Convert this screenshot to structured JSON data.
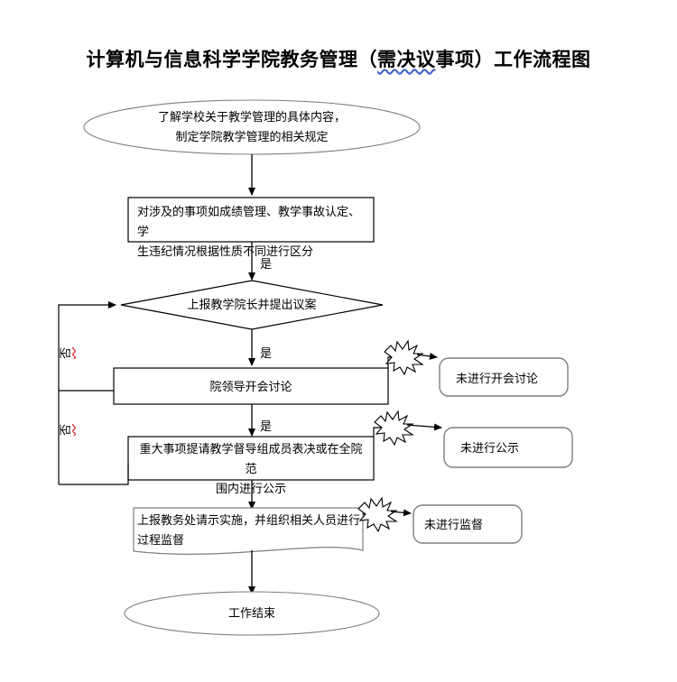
{
  "document": {
    "title": {
      "prefix": "计算机与信息科学学院教务管理（",
      "marked": "需决议",
      "suffix": "事项）工作流程图",
      "full": "计算机与信息科学学院教务管理（需决议事项）工作流程图"
    }
  },
  "flowchart": {
    "type": "flowchart",
    "nodes": [
      {
        "id": "start",
        "shape": "ellipse",
        "text": "了解学校关于教学管理的具体内容，\n制定学院教学管理的相关规定",
        "border_color": "#7f7f7f"
      },
      {
        "id": "classify",
        "shape": "rectangle",
        "text": "对涉及的事项如成绩管理、教学事故认定、学\n生违纪情况根据性质不同进行区分",
        "border_color": "#000000"
      },
      {
        "id": "decision",
        "shape": "diamond",
        "text": "上报教学院长并提出议案",
        "border_color": "#000000"
      },
      {
        "id": "meeting",
        "shape": "rectangle",
        "text": "院领导开会讨论",
        "border_color": "#000000"
      },
      {
        "id": "vote",
        "shape": "rectangle",
        "text": "重大事项提请教学督导组成员表决或在全院范\n围内进行公示",
        "border_color": "#000000"
      },
      {
        "id": "supervise",
        "shape": "document",
        "text": "上报教务处请示实施，并组织相关人员进行\n过程监督",
        "border_color": "#7f7f7f"
      },
      {
        "id": "end",
        "shape": "ellipse",
        "text": "工作结束",
        "border_color": "#7f7f7f"
      }
    ],
    "callouts": [
      {
        "id": "callout-meeting",
        "text": "未进行开会讨论",
        "border_color": "#7f7f7f"
      },
      {
        "id": "callout-publicity",
        "text": "未进行公示",
        "border_color": "#7f7f7f"
      },
      {
        "id": "callout-supervision",
        "text": "未进行监督",
        "border_color": "#7f7f7f"
      }
    ],
    "edge_labels": {
      "yes_1": "是",
      "yes_2": "是",
      "yes_3": "是",
      "no_1": "否",
      "no_2": "否"
    }
  }
}
